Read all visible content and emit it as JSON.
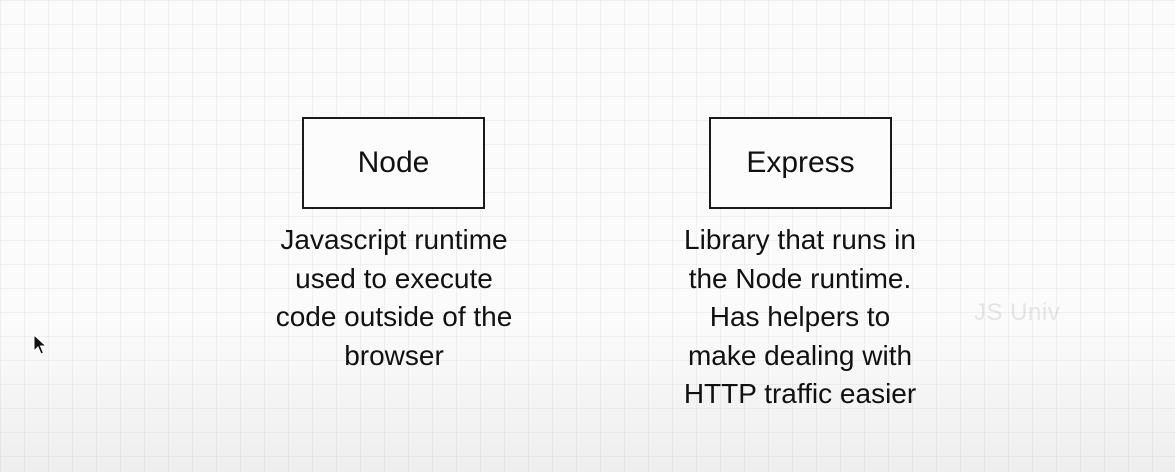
{
  "diagram": {
    "nodes": [
      {
        "id": "node",
        "label": "Node",
        "description": "Javascript runtime\nused to execute\ncode outside of the\nbrowser"
      },
      {
        "id": "express",
        "label": "Express",
        "description": "Library that runs in\nthe Node runtime.\nHas helpers to\nmake dealing with\nHTTP traffic easier"
      }
    ]
  },
  "watermark": {
    "text": "JS Univ"
  },
  "colors": {
    "box_border": "#1a1a1a",
    "text": "#111111",
    "background": "#fbfbfb"
  },
  "icons": {
    "cursor": "mouse-pointer-icon"
  }
}
